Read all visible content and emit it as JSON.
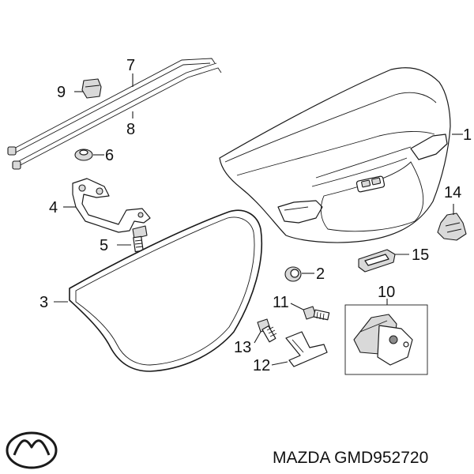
{
  "callouts": {
    "c1": "1",
    "c2": "2",
    "c3": "3",
    "c4": "4",
    "c5": "5",
    "c6": "6",
    "c7": "7",
    "c8": "8",
    "c9": "9",
    "c10": "10",
    "c11": "11",
    "c12": "12",
    "c13": "13",
    "c14": "14",
    "c15": "15"
  },
  "footer": {
    "brand_logo": "mazda-logo-icon",
    "caption": "MAZDA GMD952720"
  },
  "colors": {
    "line": "#1a1a1a",
    "part_shade": "#d9d9d9"
  }
}
